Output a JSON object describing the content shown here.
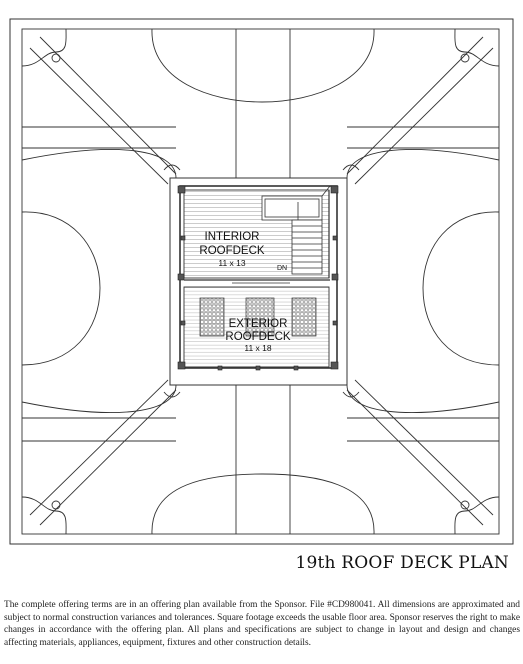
{
  "plan": {
    "title": "19th ROOF DECK PLAN",
    "interior": {
      "line1": "INTERIOR",
      "line2": "ROOFDECK",
      "size": "11 x 13"
    },
    "exterior": {
      "line1": "EXTERIOR",
      "line2": "ROOFDECK",
      "size": "11 x 18"
    },
    "stair_label": "DN"
  },
  "disclaimer": "The complete offering terms are in an offering plan available from the Sponsor. File #CD980041. All dimensions are approximated and subject to normal construction variances and tolerances. Square footage exceeds the usable floor area. Sponsor reserves the right to make changes in accordance with the offering plan. All plans and specifications are subject to change in layout and design and changes affecting materials, appliances, equipment, fixtures and other construction details."
}
